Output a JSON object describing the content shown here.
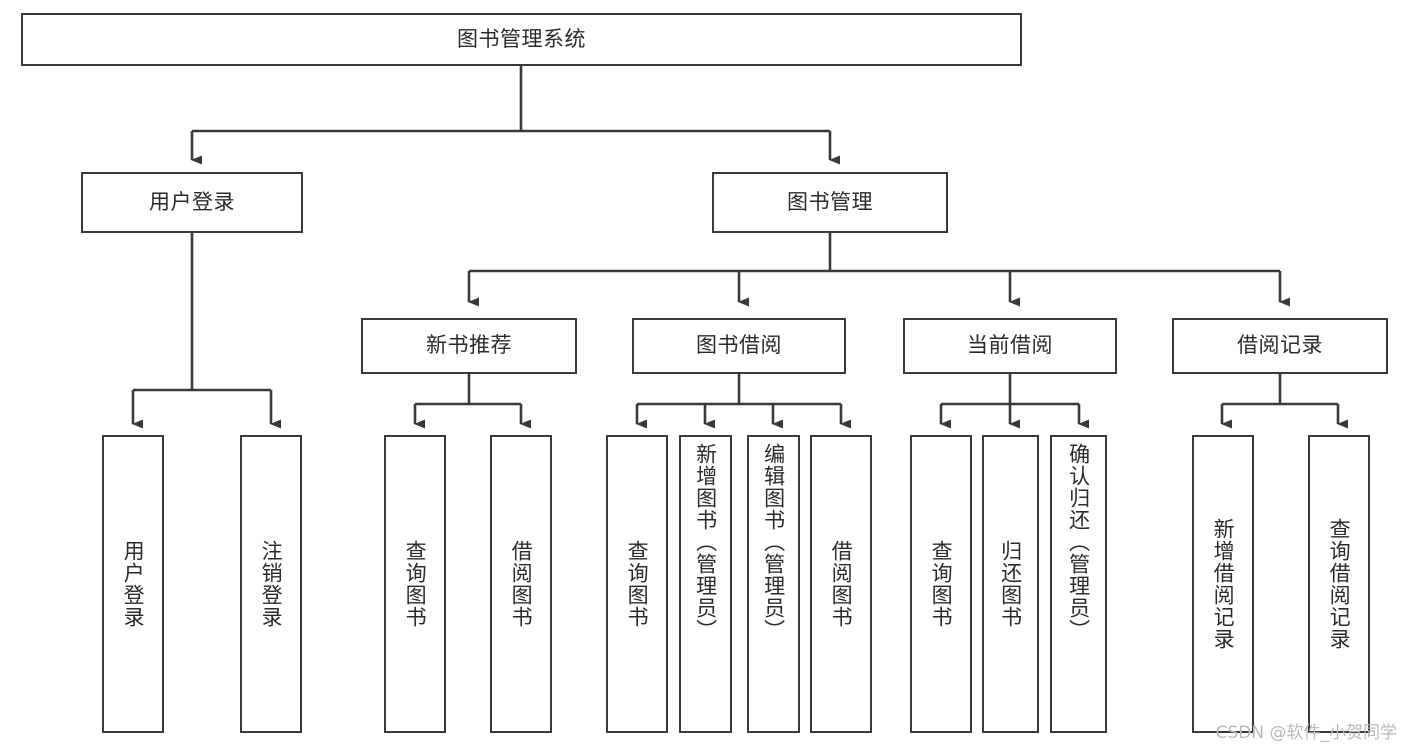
{
  "diagram": {
    "type": "tree-hierarchy",
    "title": "图书管理系统",
    "root": {
      "label": "图书管理系统",
      "orientation": "horizontal"
    },
    "level1": [
      {
        "label": "用户登录",
        "orientation": "horizontal"
      },
      {
        "label": "图书管理",
        "orientation": "horizontal"
      }
    ],
    "level2": [
      {
        "label": "新书推荐",
        "orientation": "horizontal",
        "parent": "图书管理"
      },
      {
        "label": "图书借阅",
        "orientation": "horizontal",
        "parent": "图书管理"
      },
      {
        "label": "当前借阅",
        "orientation": "horizontal",
        "parent": "图书管理"
      },
      {
        "label": "借阅记录",
        "orientation": "horizontal",
        "parent": "图书管理"
      }
    ],
    "leaves": {
      "用户登录": [
        {
          "label": "用户登录",
          "orientation": "vertical"
        },
        {
          "label": "注销登录",
          "orientation": "vertical"
        }
      ],
      "新书推荐": [
        {
          "label": "查询图书",
          "orientation": "vertical"
        },
        {
          "label": "借阅图书",
          "orientation": "vertical"
        }
      ],
      "图书借阅": [
        {
          "label": "查询图书",
          "orientation": "vertical"
        },
        {
          "label": "新增图书（管理员）",
          "orientation": "vertical"
        },
        {
          "label": "编辑图书（管理员）",
          "orientation": "vertical"
        },
        {
          "label": "借阅图书",
          "orientation": "vertical"
        }
      ],
      "当前借阅": [
        {
          "label": "查询图书",
          "orientation": "vertical"
        },
        {
          "label": "归还图书",
          "orientation": "vertical"
        },
        {
          "label": "确认归还（管理员）",
          "orientation": "vertical"
        }
      ],
      "借阅记录": [
        {
          "label": "新增借阅记录",
          "orientation": "vertical"
        },
        {
          "label": "查询借阅记录",
          "orientation": "vertical"
        }
      ]
    }
  },
  "watermark": {
    "text": "CSDN @软件_小贺同学"
  },
  "colors": {
    "background": "#ffffff",
    "box_border": "#3a3a3a",
    "box_fill": "#ffffff",
    "connector": "#3a3a3a",
    "text": "#2b2b2b",
    "watermark": "#b9b9b9"
  }
}
